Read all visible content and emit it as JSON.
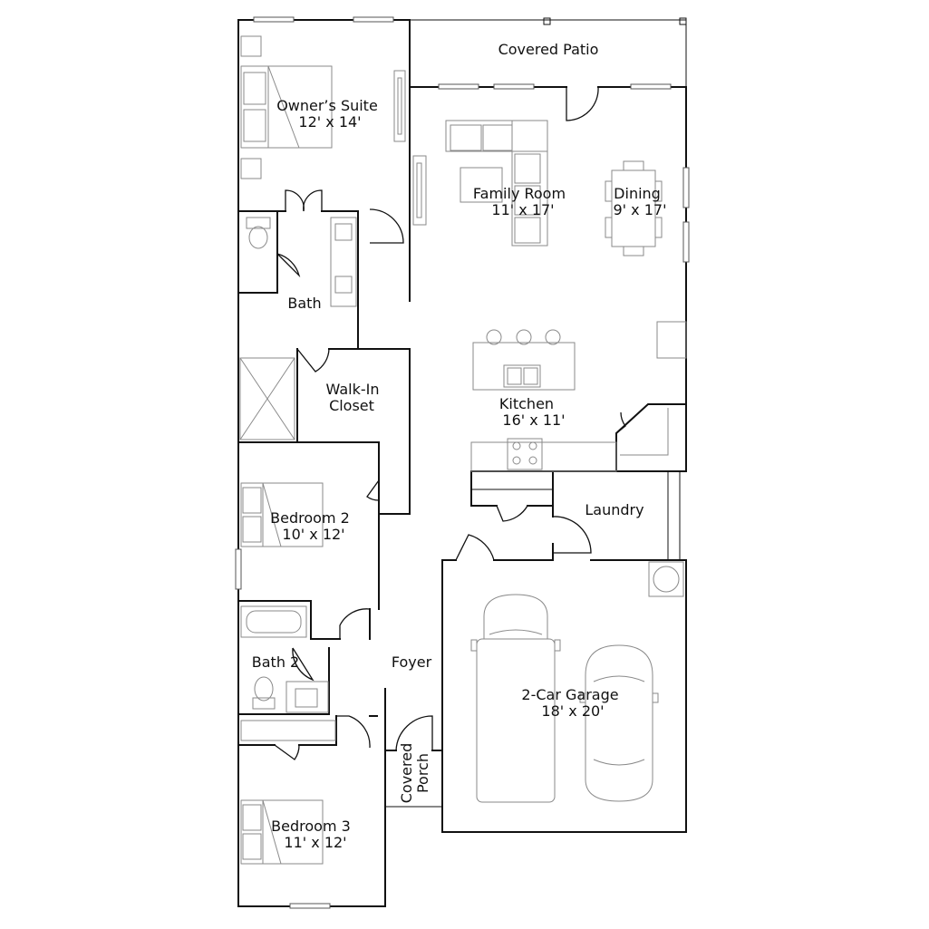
{
  "rooms": {
    "owners_suite": {
      "name": "Owner’s Suite",
      "size": "12' x 14'"
    },
    "family_room": {
      "name": "Family Room",
      "size": "11' x 17'"
    },
    "dining": {
      "name": "Dining",
      "size": "9' x 17'"
    },
    "bath": {
      "name": "Bath"
    },
    "walk_in_closet": {
      "name_line1": "Walk-In",
      "name_line2": "Closet"
    },
    "kitchen": {
      "name": "Kitchen",
      "size": "16' x 11'"
    },
    "bedroom2": {
      "name": "Bedroom 2",
      "size": "10' x 12'"
    },
    "laundry": {
      "name": "Laundry"
    },
    "bath2": {
      "name": "Bath 2"
    },
    "foyer": {
      "name": "Foyer"
    },
    "garage": {
      "name": "2-Car Garage",
      "size": "18' x 20'"
    },
    "covered_porch": {
      "name_line1": "Covered",
      "name_line2": "Porch"
    },
    "bedroom3": {
      "name": "Bedroom 3",
      "size": "11' x 12'"
    },
    "covered_patio": {
      "name": "Covered Patio"
    }
  }
}
